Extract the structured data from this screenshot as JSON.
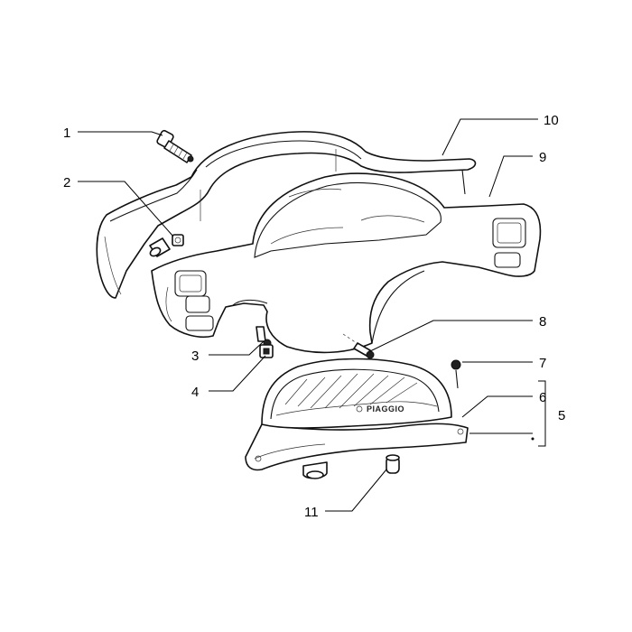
{
  "diagram": {
    "brand_label": "PIAGGIO",
    "callouts": [
      "1",
      "2",
      "3",
      "4",
      "5",
      "6",
      "7",
      "8",
      "9",
      "10",
      "11"
    ]
  }
}
